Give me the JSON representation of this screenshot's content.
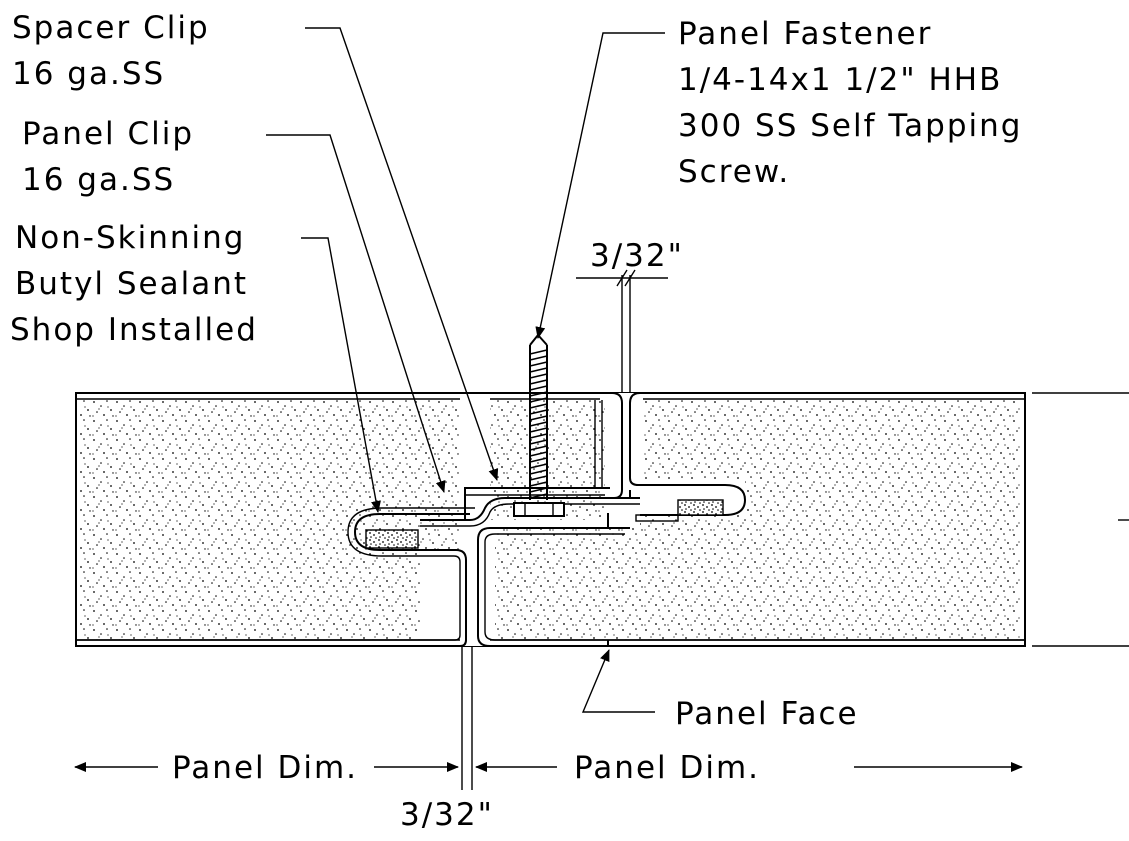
{
  "labels": {
    "spacer_clip": [
      "Spacer Clip",
      "16 ga.SS"
    ],
    "panel_clip": [
      "Panel Clip",
      "16 ga.SS"
    ],
    "sealant": [
      "Non-Skinning",
      "Butyl Sealant",
      "Shop Installed"
    ],
    "panel_fastener": [
      "Panel Fastener",
      "1/4-14x1 1/2\" HHB",
      "300 SS Self Tapping",
      "Screw."
    ],
    "gap_top": "3/32\"",
    "gap_bottom": "3/32\"",
    "panel_face": "Panel Face",
    "panel_dim_left": "Panel Dim.",
    "panel_dim_right": "Panel Dim."
  },
  "colors": {
    "line": "#000000",
    "background": "#ffffff"
  }
}
